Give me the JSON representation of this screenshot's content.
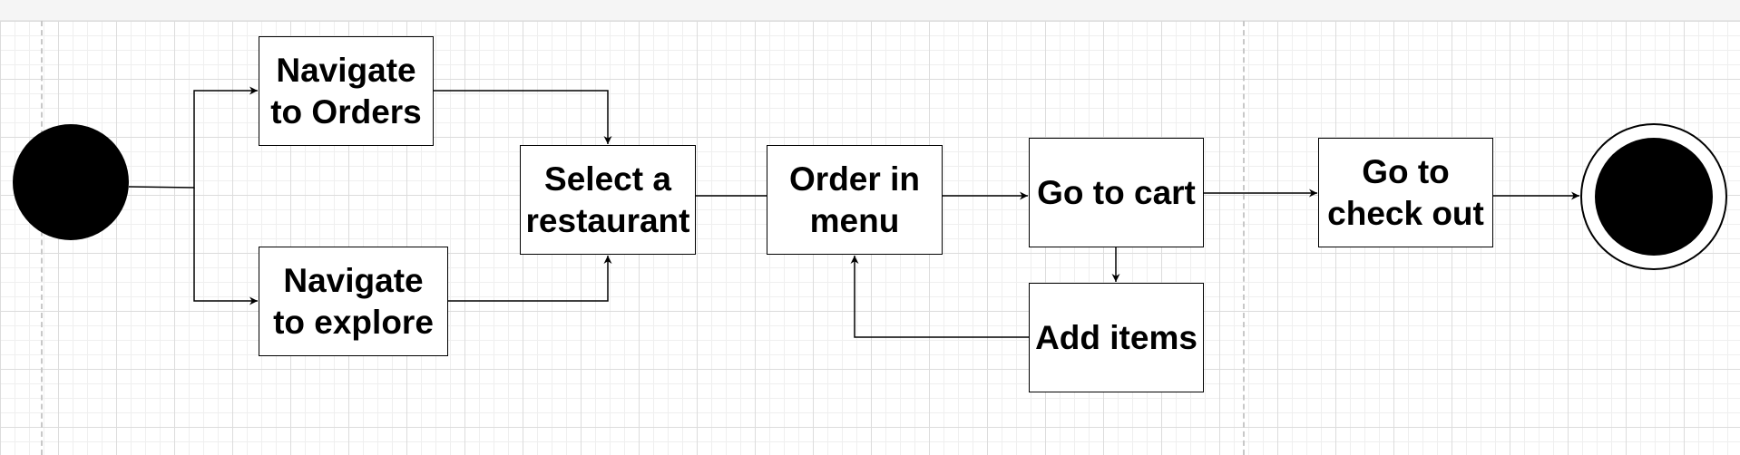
{
  "diagram": {
    "type": "activity-diagram",
    "nodes": {
      "navigate_orders": "Navigate\nto Orders",
      "navigate_explore": "Navigate\nto explore",
      "select_restaurant": "Select a\nrestaurant",
      "order_menu": "Order in\nmenu",
      "go_to_cart": "Go to cart",
      "add_items": "Add items",
      "checkout": "Go to\ncheck out"
    },
    "edges": [
      {
        "from": "start",
        "to": "navigate_orders"
      },
      {
        "from": "start",
        "to": "navigate_explore"
      },
      {
        "from": "navigate_orders",
        "to": "select_restaurant"
      },
      {
        "from": "navigate_explore",
        "to": "select_restaurant"
      },
      {
        "from": "select_restaurant",
        "to": "order_menu"
      },
      {
        "from": "order_menu",
        "to": "go_to_cart"
      },
      {
        "from": "go_to_cart",
        "to": "add_items"
      },
      {
        "from": "add_items",
        "to": "order_menu"
      },
      {
        "from": "go_to_cart",
        "to": "checkout"
      },
      {
        "from": "checkout",
        "to": "end"
      }
    ]
  },
  "colors": {
    "stroke": "#000000",
    "fill": "#ffffff",
    "grid_major": "#dcdcdc",
    "grid_minor": "#efefef"
  }
}
